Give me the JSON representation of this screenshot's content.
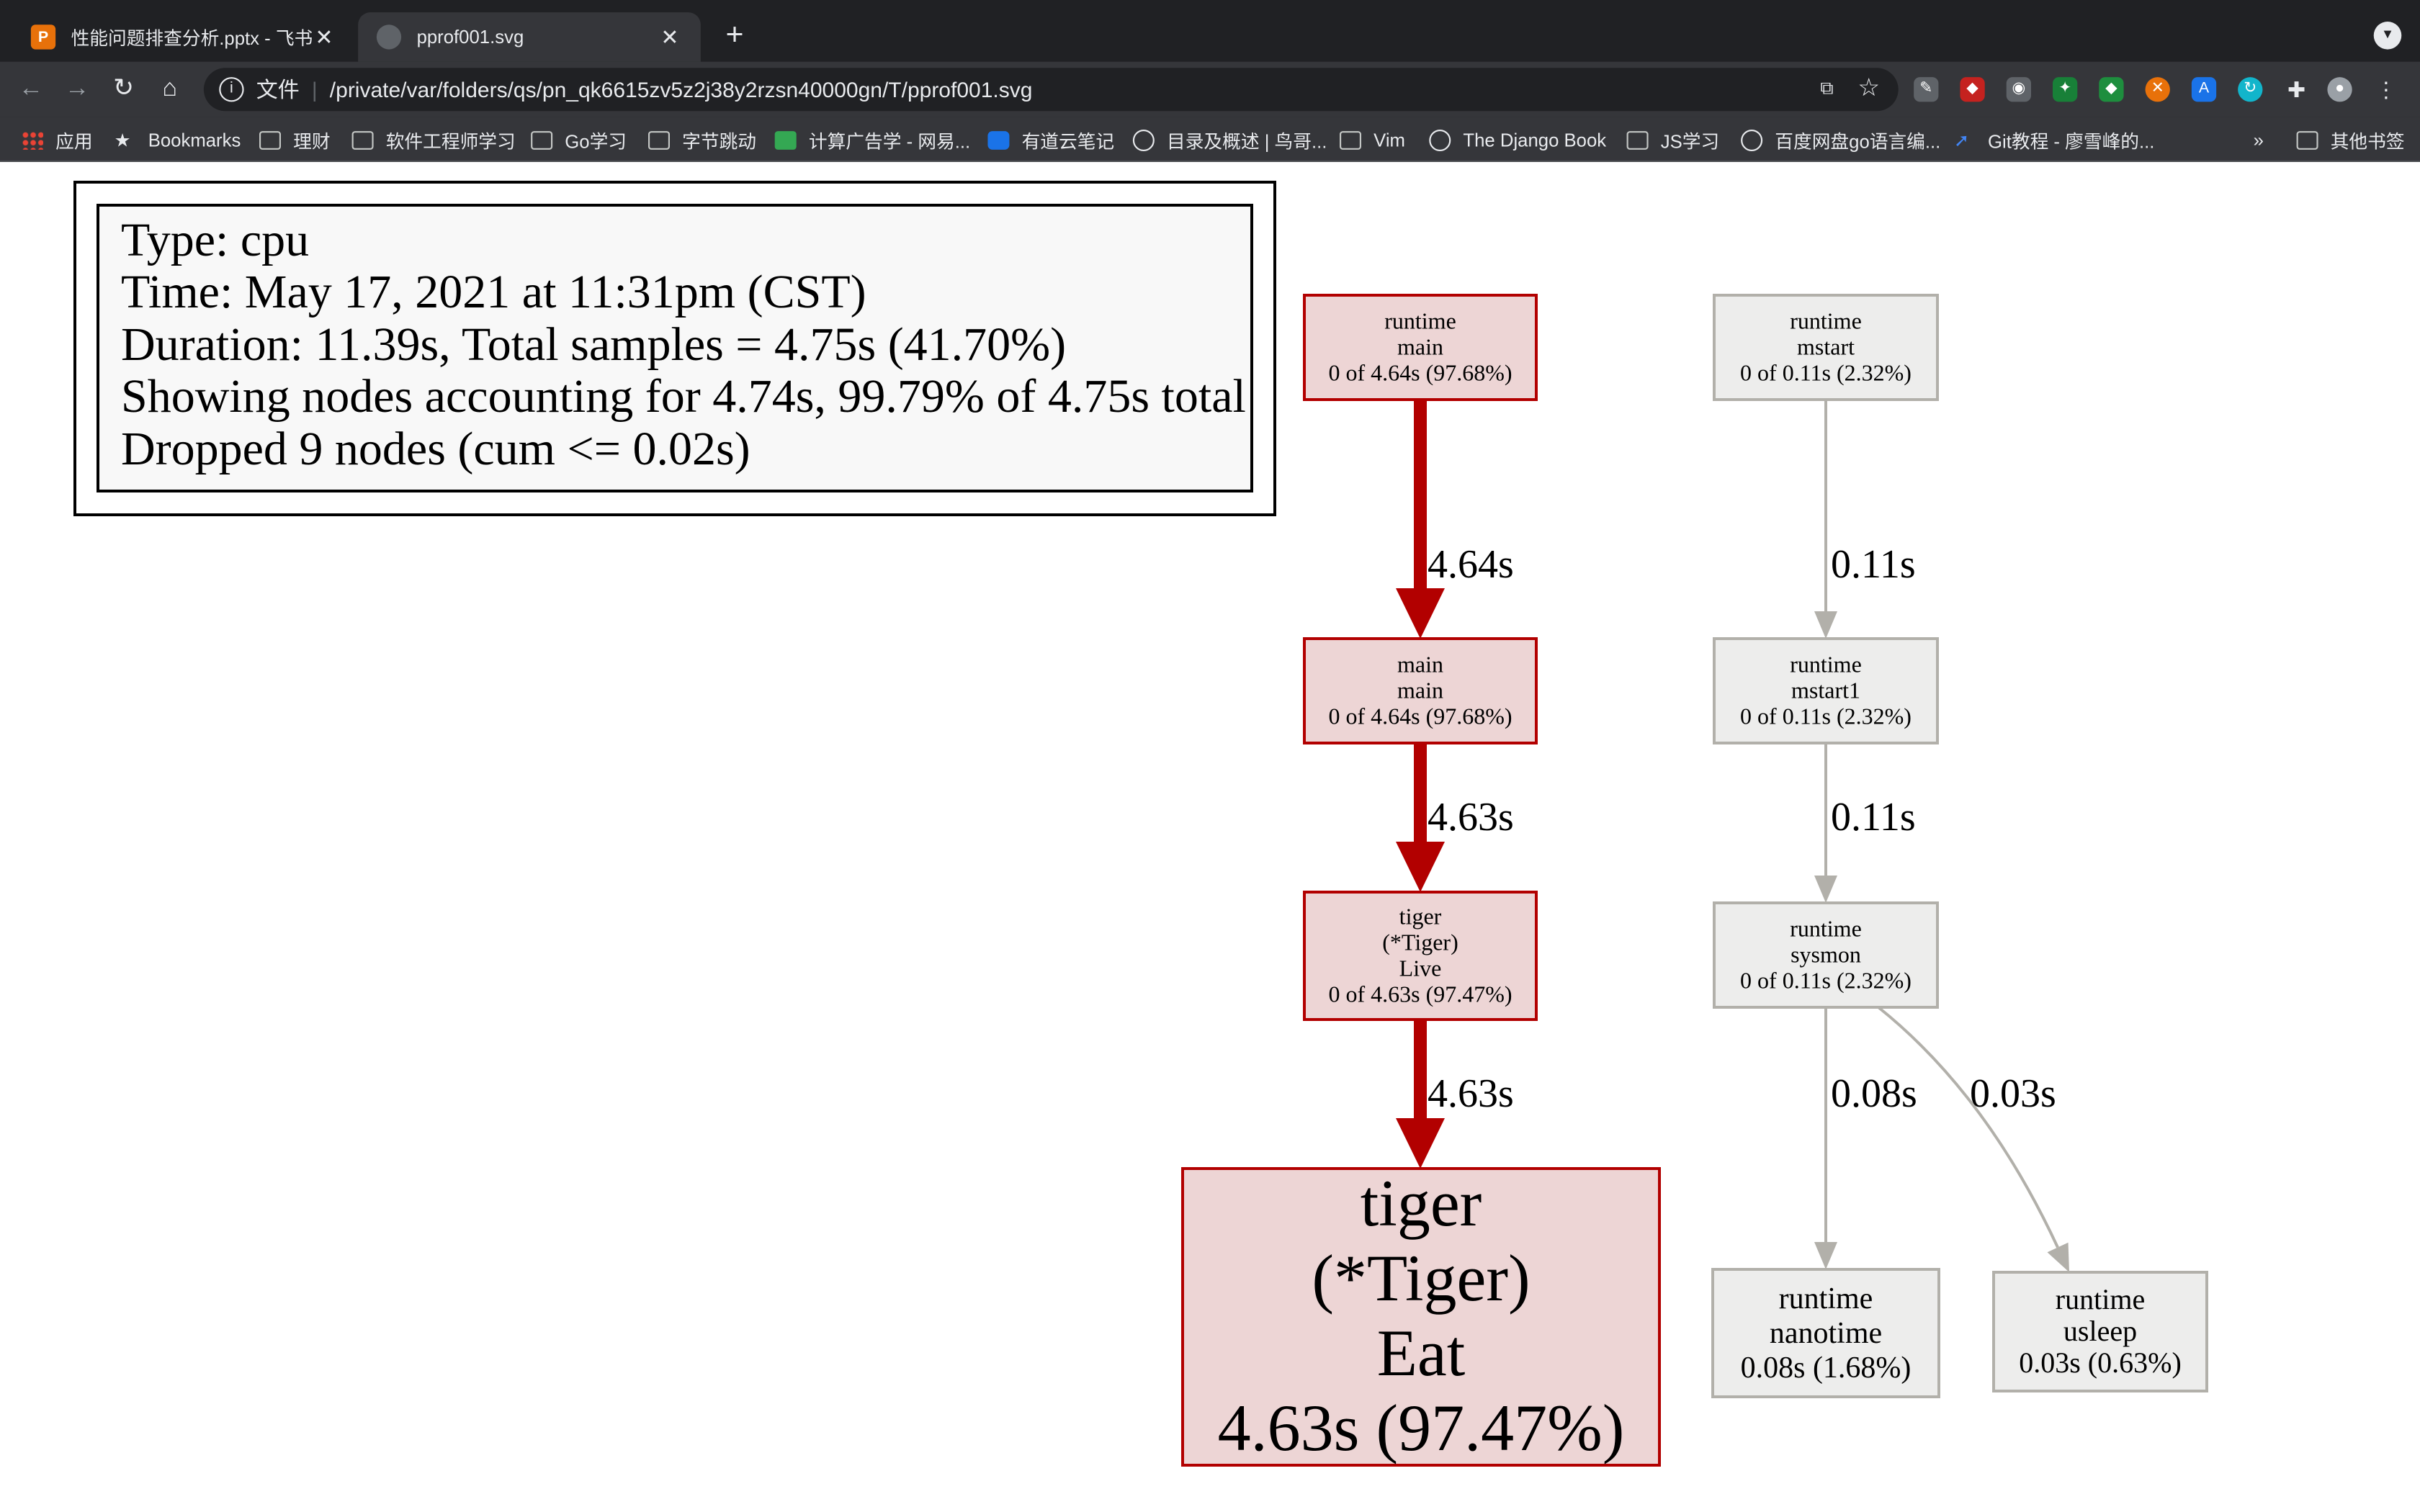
{
  "browser": {
    "tabs": [
      {
        "title": "性能问题排查分析.pptx - 飞书云",
        "active": false
      },
      {
        "title": "pprof001.svg",
        "active": true
      }
    ],
    "new_tab_label": "+",
    "address": {
      "scheme_label": "文件",
      "url": "/private/var/folders/qs/pn_qk6615zv5z2j38y2rzsn40000gn/T/pprof001.svg"
    },
    "bookmarks": [
      {
        "label": "应用",
        "icon": "apps-grid-icon"
      },
      {
        "label": "Bookmarks",
        "icon": "star-icon"
      },
      {
        "label": "理财",
        "icon": "folder-icon"
      },
      {
        "label": "软件工程师学习",
        "icon": "folder-icon"
      },
      {
        "label": "Go学习",
        "icon": "folder-icon"
      },
      {
        "label": "字节跳动",
        "icon": "folder-icon"
      },
      {
        "label": "计算广告学 - 网易...",
        "icon": "site-icon"
      },
      {
        "label": "有道云笔记",
        "icon": "note-icon"
      },
      {
        "label": "目录及概述 | 鸟哥...",
        "icon": "globe-icon"
      },
      {
        "label": "Vim",
        "icon": "folder-icon"
      },
      {
        "label": "The Django Book",
        "icon": "globe-icon"
      },
      {
        "label": "JS学习",
        "icon": "folder-icon"
      },
      {
        "label": "百度网盘go语言编...",
        "icon": "globe-icon"
      },
      {
        "label": "Git教程 - 廖雪峰的...",
        "icon": "rocket-icon"
      }
    ],
    "overflow_label": "»",
    "other_bookmarks": "其他书签"
  },
  "legend": {
    "lines": [
      "Type: cpu",
      "Time: May 17, 2021 at 11:31pm (CST)",
      "Duration: 11.39s, Total samples = 4.75s (41.70%)",
      "Showing nodes accounting for 4.74s, 99.79% of 4.75s total",
      "Dropped 9 nodes (cum <= 0.02s)"
    ]
  },
  "graph": {
    "nodes": [
      {
        "id": "runtime-main",
        "lines": [
          "runtime",
          "main",
          "0 of 4.64s (97.68%)"
        ],
        "hot": true
      },
      {
        "id": "main-main",
        "lines": [
          "main",
          "main",
          "0 of 4.64s (97.68%)"
        ],
        "hot": true
      },
      {
        "id": "tiger-live",
        "lines": [
          "tiger",
          "(*Tiger)",
          "Live",
          "0 of 4.63s (97.47%)"
        ],
        "hot": true
      },
      {
        "id": "tiger-eat",
        "lines": [
          "tiger",
          "(*Tiger)",
          "Eat",
          "4.63s (97.47%)"
        ],
        "hot": true
      },
      {
        "id": "runtime-mstart",
        "lines": [
          "runtime",
          "mstart",
          "0 of 0.11s (2.32%)"
        ],
        "hot": false
      },
      {
        "id": "runtime-mstart1",
        "lines": [
          "runtime",
          "mstart1",
          "0 of 0.11s (2.32%)"
        ],
        "hot": false
      },
      {
        "id": "runtime-sysmon",
        "lines": [
          "runtime",
          "sysmon",
          "0 of 0.11s (2.32%)"
        ],
        "hot": false
      },
      {
        "id": "runtime-nanotime",
        "lines": [
          "runtime",
          "nanotime",
          "0.08s (1.68%)"
        ],
        "hot": false
      },
      {
        "id": "runtime-usleep",
        "lines": [
          "runtime",
          "usleep",
          "0.03s (0.63%)"
        ],
        "hot": false
      }
    ],
    "edges": [
      {
        "from": "runtime-main",
        "to": "main-main",
        "label": "4.64s",
        "hot": true
      },
      {
        "from": "main-main",
        "to": "tiger-live",
        "label": "4.63s",
        "hot": true
      },
      {
        "from": "tiger-live",
        "to": "tiger-eat",
        "label": "4.63s",
        "hot": true
      },
      {
        "from": "runtime-mstart",
        "to": "runtime-mstart1",
        "label": "0.11s",
        "hot": false
      },
      {
        "from": "runtime-mstart1",
        "to": "runtime-sysmon",
        "label": "0.11s",
        "hot": false
      },
      {
        "from": "runtime-sysmon",
        "to": "runtime-nanotime",
        "label": "0.08s",
        "hot": false
      },
      {
        "from": "runtime-sysmon",
        "to": "runtime-usleep",
        "label": "0.03s",
        "hot": false
      }
    ],
    "colors": {
      "hot_fill": "#edd5d5",
      "hot_stroke": "#b20000",
      "cold_fill": "#ededec",
      "cold_stroke": "#b2b0aa"
    }
  }
}
